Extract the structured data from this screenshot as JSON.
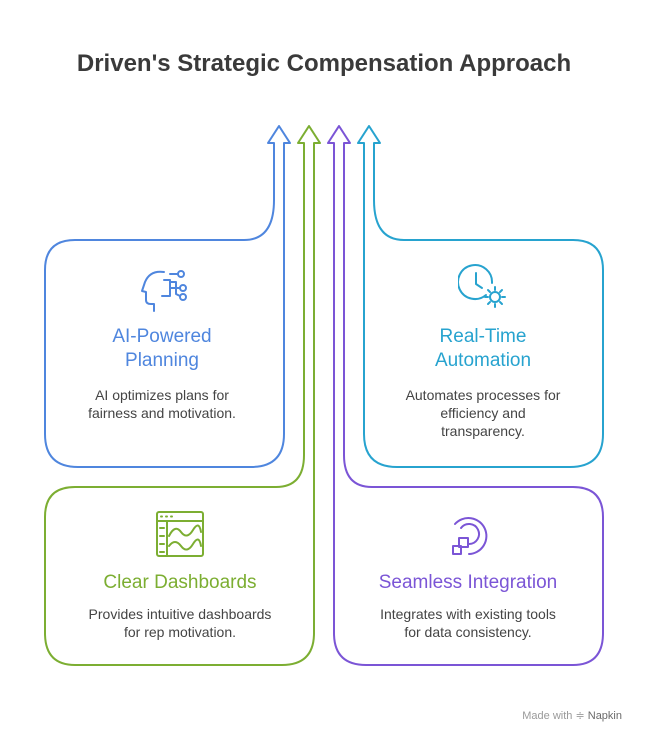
{
  "title": "Driven's Strategic Compensation Approach",
  "cards": {
    "ai_planning": {
      "title_lines": [
        "AI-Powered",
        "Planning"
      ],
      "desc_lines": [
        "AI optimizes plans for",
        "fairness and motivation."
      ],
      "icon": "ai-head-circuit-icon",
      "color": "#4f86de"
    },
    "real_time": {
      "title_lines": [
        "Real-Time",
        "Automation"
      ],
      "desc_lines": [
        "Automates processes for",
        "efficiency and",
        "transparency."
      ],
      "icon": "clock-gear-icon",
      "color": "#27a3cf"
    },
    "dashboards": {
      "title_lines": [
        "Clear Dashboards"
      ],
      "desc_lines": [
        "Provides intuitive dashboards",
        "for rep motivation."
      ],
      "icon": "dashboard-icon",
      "color": "#7cae32"
    },
    "integration": {
      "title_lines": [
        "Seamless Integration"
      ],
      "desc_lines": [
        "Integrates with existing tools",
        "for data consistency."
      ],
      "icon": "integration-icon",
      "color": "#7b55d6"
    }
  },
  "footer": {
    "made_with": "Made with",
    "brand": "Napkin"
  }
}
